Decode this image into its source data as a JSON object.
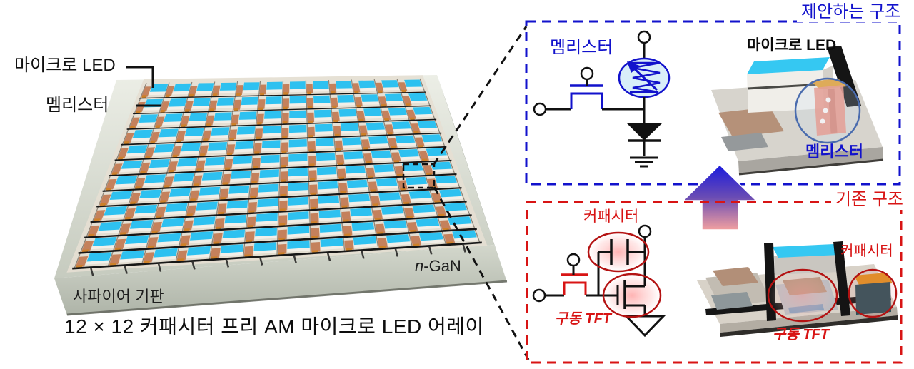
{
  "figure": {
    "left": {
      "micro_led_label": "마이크로 LED",
      "memristor_label": "멤리스터",
      "ngan_italic": "n",
      "ngan_rest": "-GaN",
      "substrate_label": "사파이어 기판",
      "caption": "12 × 12 커패시터 프리 AM 마이크로 LED 어레이",
      "array": {
        "rows": 12,
        "cols": 12,
        "led_color": "#2ec1f0",
        "contact_color": "#c4815c",
        "pad_color": "#cd8129",
        "pedestal_color": "#f2efe8"
      }
    },
    "proposed": {
      "title": "제안하는 구조",
      "accent": "#1212cc",
      "circuit": {
        "memristor_label": "멤리스터"
      },
      "render": {
        "micro_led_label": "마이크로 LED",
        "memristor_label": "멤리스터"
      }
    },
    "conventional": {
      "title": "기존 구조",
      "accent": "#d81414",
      "circuit": {
        "capacitor_label": "커패시터",
        "tft_label": "구동 TFT"
      },
      "render": {
        "capacitor_label": "커패시터",
        "tft_label": "구동 TFT"
      }
    },
    "arrow_colors": {
      "top": "#1a1add",
      "mid": "#6a4cb4",
      "bottom": "#f2a0a0"
    }
  }
}
